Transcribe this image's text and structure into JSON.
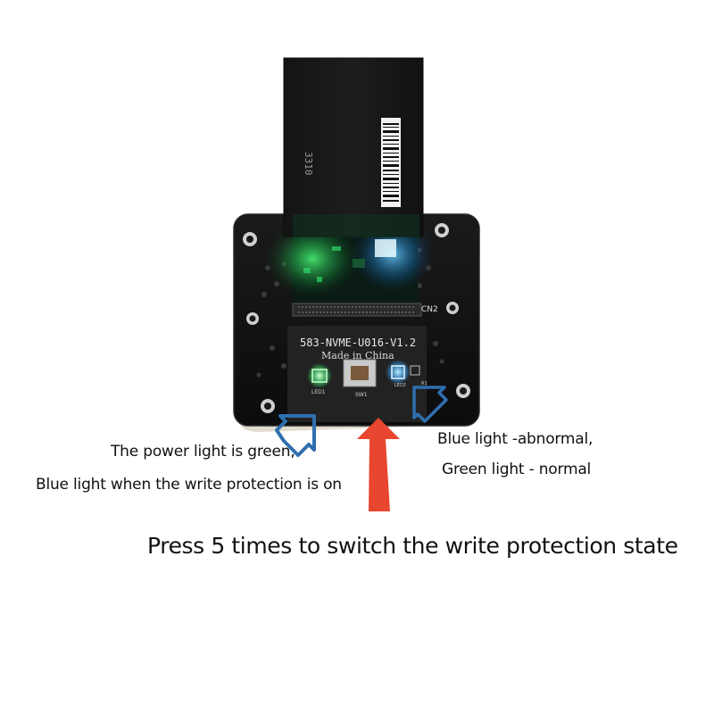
{
  "product": {
    "cable_code": "3310",
    "board_model": "583-NVME-U016-V1.2",
    "origin": "Made in China",
    "connector_label": "CN2",
    "switch_label": "SW1",
    "led_left_label": "LED1",
    "led_right_label": "LED2",
    "led_right_side_label": "R1"
  },
  "annotations": {
    "power_light_line1": "The power light is green,",
    "power_light_line2": "Blue light when the write protection is on",
    "status_line1": "Blue light -abnormal,",
    "status_line2": "Green light - normal",
    "instruction": "Press 5 times to switch the write protection state"
  },
  "colors": {
    "arrow_red": "#e8462f",
    "arrow_blue": "#2f6fb0",
    "board": "#151515",
    "led_green": "#39e36a",
    "led_blue": "#3aa8ff"
  },
  "icons": {
    "left_arrow": "blue-outline-arrow-up-right",
    "right_arrow": "blue-outline-arrow-up-left",
    "main_arrow": "red-arrow-up"
  }
}
